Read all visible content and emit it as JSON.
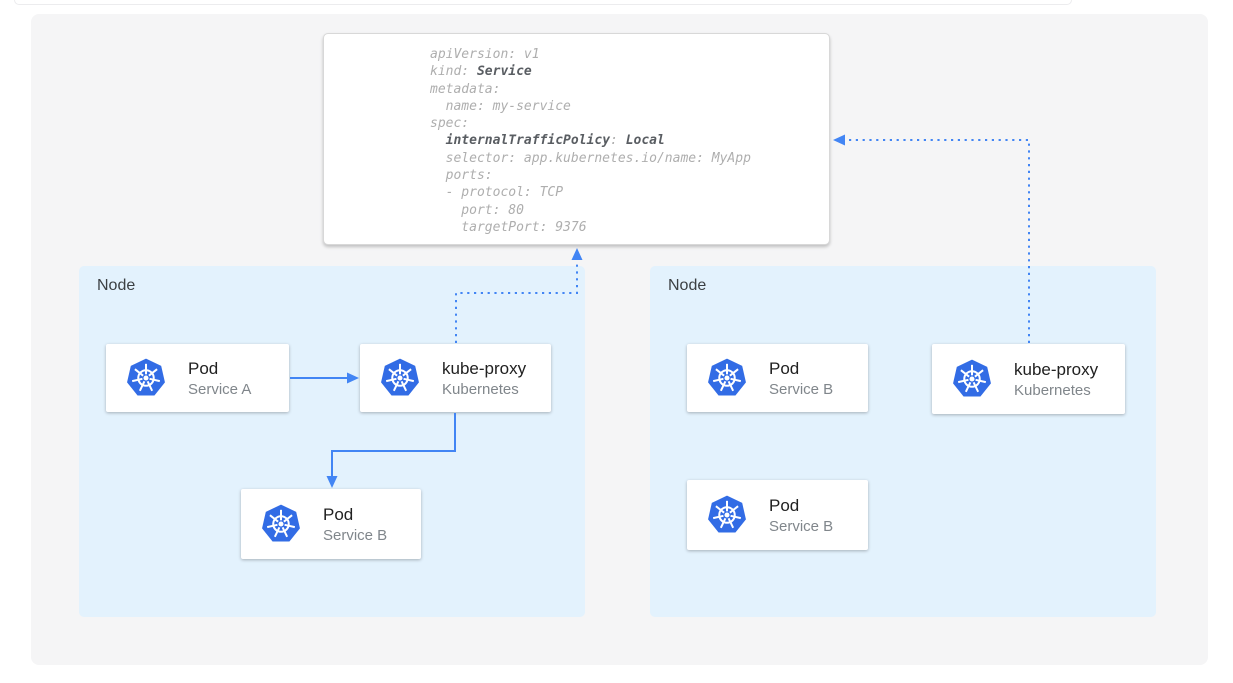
{
  "diagram": {
    "title": "kubernetes-internal-traffic-policy-diagram",
    "service_manifest": {
      "lines": [
        {
          "pre": "apiVersion: v1"
        },
        {
          "pre": "kind: ",
          "b1": "Service"
        },
        {
          "pre": "metadata:"
        },
        {
          "pre": "  name: my-service"
        },
        {
          "pre": "spec:"
        },
        {
          "pre": "  ",
          "b1": "internalTrafficPolicy",
          "mid": ": ",
          "b2": "Local"
        },
        {
          "pre": "  selector: app.kubernetes.io/name: MyApp"
        },
        {
          "pre": "  ports:"
        },
        {
          "pre": "  - protocol: TCP"
        },
        {
          "pre": "    port: 80"
        },
        {
          "pre": "    targetPort: 9376"
        }
      ]
    },
    "nodes": [
      {
        "label": "Node",
        "cards": [
          {
            "title": "Pod",
            "subtitle": "Service A",
            "icon": "kubernetes-logo"
          },
          {
            "title": "kube-proxy",
            "subtitle": "Kubernetes",
            "icon": "kubernetes-logo"
          },
          {
            "title": "Pod",
            "subtitle": "Service B",
            "icon": "kubernetes-logo"
          }
        ]
      },
      {
        "label": "Node",
        "cards": [
          {
            "title": "Pod",
            "subtitle": "Service B",
            "icon": "kubernetes-logo"
          },
          {
            "title": "kube-proxy",
            "subtitle": "Kubernetes",
            "icon": "kubernetes-logo"
          },
          {
            "title": "Pod",
            "subtitle": "Service B",
            "icon": "kubernetes-logo"
          }
        ]
      }
    ],
    "arrows": [
      {
        "name": "pod-service-a-to-kube-proxy",
        "style": "solid"
      },
      {
        "name": "kube-proxy-to-pod-service-b",
        "style": "solid"
      },
      {
        "name": "left-kube-proxy-to-service-config",
        "style": "dotted"
      },
      {
        "name": "right-kube-proxy-to-service-config",
        "style": "dotted"
      }
    ],
    "colors": {
      "panel_fill": "#f5f5f6",
      "node_fill": "#e3f2fd",
      "arrow_blue": "#4285f4",
      "kubernetes_blue": "#326ce5",
      "code_text": "#aeaeae",
      "code_bold": "#595d62",
      "card_title": "#212121",
      "card_subtitle": "#80868b"
    }
  }
}
